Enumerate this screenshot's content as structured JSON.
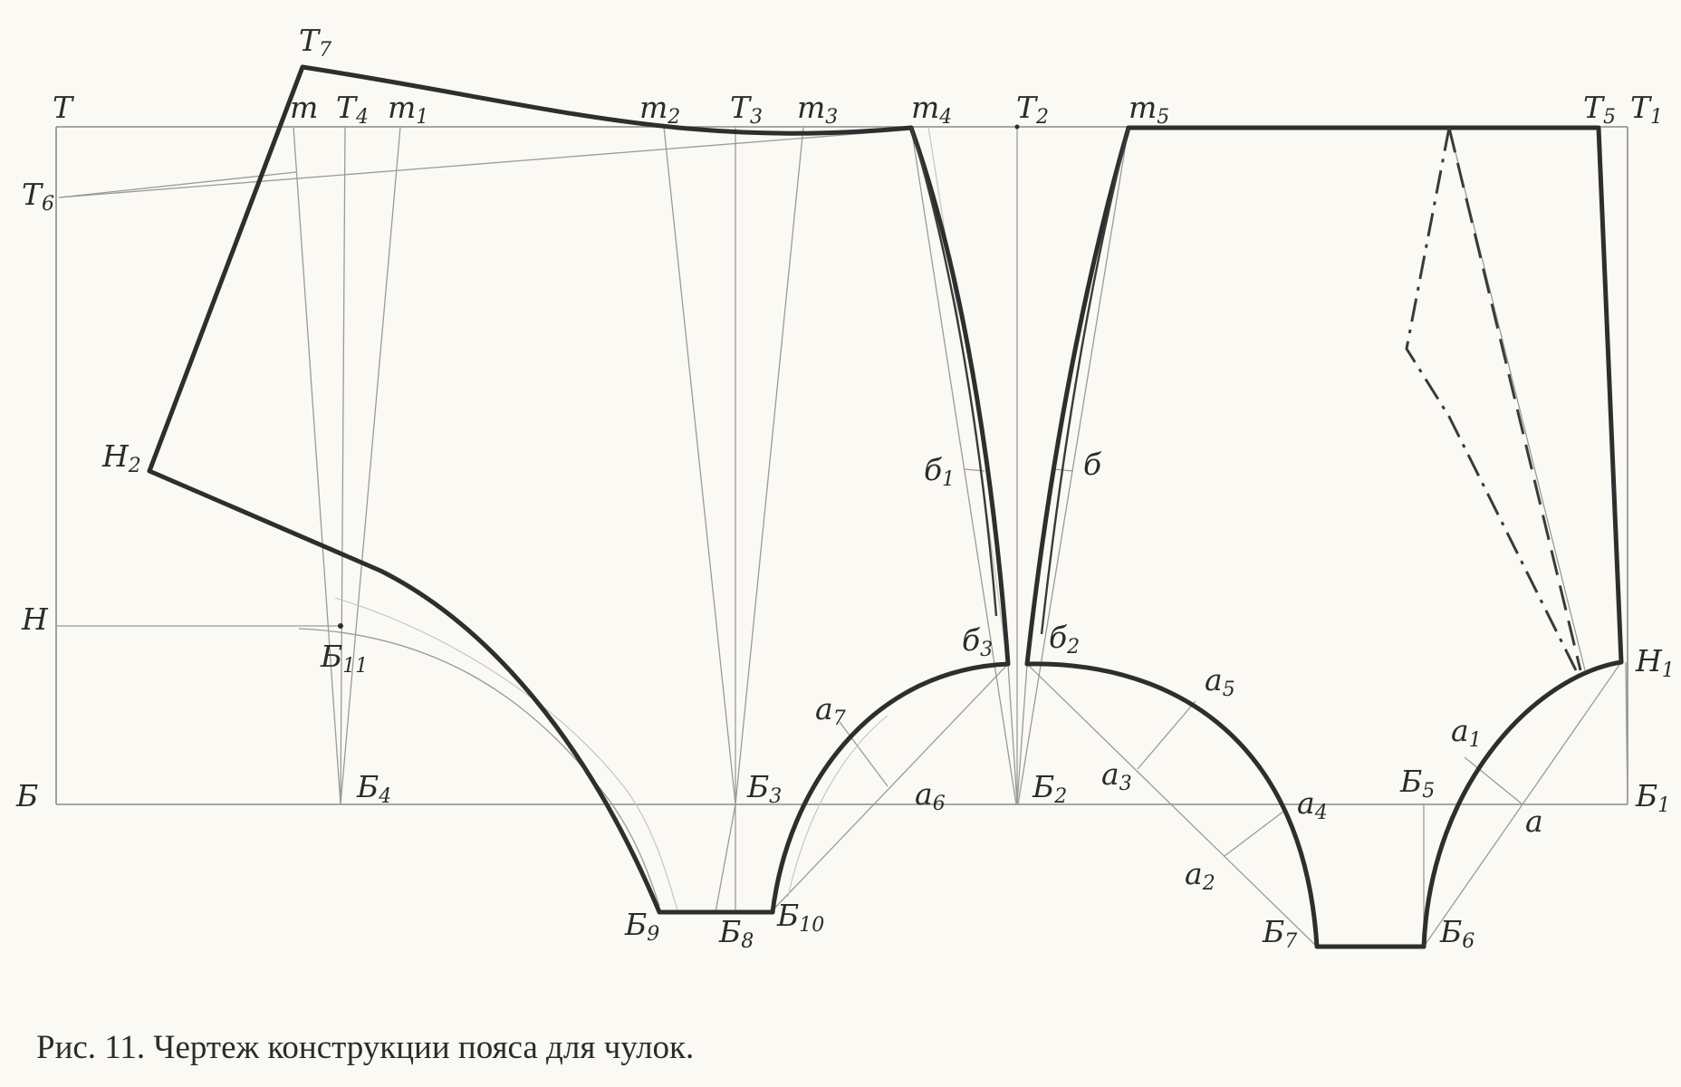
{
  "caption": "Рис. 11. Чертеж конструкции пояса для чулок.",
  "labels": {
    "T": "T",
    "T1": "T",
    "T2": "T",
    "T3": "T",
    "T4": "T",
    "T5": "T",
    "T6": "T",
    "T7": "T",
    "t": "m",
    "t1": "m",
    "t2": "m",
    "t3": "m",
    "t4": "m",
    "t5": "m",
    "H": "H",
    "H1": "H",
    "H2": "H",
    "B": "Б",
    "B1": "Б",
    "B2": "Б",
    "B3": "Б",
    "B4": "Б",
    "B5": "Б",
    "B6": "Б",
    "B7": "Б",
    "B8": "Б",
    "B9": "Б",
    "B10": "Б",
    "B11": "Б",
    "b": "б",
    "b1": "б",
    "b2": "б",
    "b3": "б",
    "a": "a",
    "a1": "a",
    "a2": "a",
    "a3": "a",
    "a4": "a",
    "a5": "a",
    "a6": "a",
    "a7": "a"
  },
  "subscripts": {
    "T1": "1",
    "T2": "2",
    "T3": "3",
    "T4": "4",
    "T5": "5",
    "T6": "6",
    "T7": "7",
    "t1": "1",
    "t2": "2",
    "t3": "3",
    "t4": "4",
    "t5": "5",
    "H1": "1",
    "H2": "2",
    "B1": "1",
    "B2": "2",
    "B3": "3",
    "B4": "4",
    "B5": "5",
    "B6": "6",
    "B7": "7",
    "B8": "8",
    "B9": "9",
    "B10": "10",
    "B11": "11",
    "b1": "1",
    "b2": "2",
    "b3": "3",
    "a1": "1",
    "a2": "2",
    "a3": "3",
    "a4": "4",
    "a5": "5",
    "a6": "6",
    "a7": "7"
  }
}
